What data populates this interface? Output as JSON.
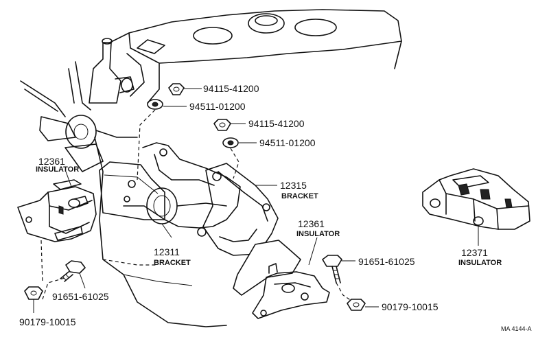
{
  "callouts": {
    "nut_top_1": "94115-41200",
    "washer_top_1": "94511-01200",
    "nut_top_2": "94115-41200",
    "washer_top_2": "94511-01200",
    "insulator_left_num": "12361",
    "insulator_left_name": "INSULATOR",
    "bracket_right_num": "12315",
    "bracket_right_name": "BRACKET",
    "insulator_center_num": "12361",
    "insulator_center_name": "INSULATOR",
    "bracket_left_num": "12311",
    "bracket_left_name": "BRACKET",
    "bolt_right": "91651-61025",
    "nut_right": "90179-10015",
    "bolt_left": "91651-61025",
    "nut_left": "90179-10015",
    "insulator_rear_num": "12371",
    "insulator_rear_name": "INSULATOR"
  },
  "figure_code": "MA 4144-A"
}
